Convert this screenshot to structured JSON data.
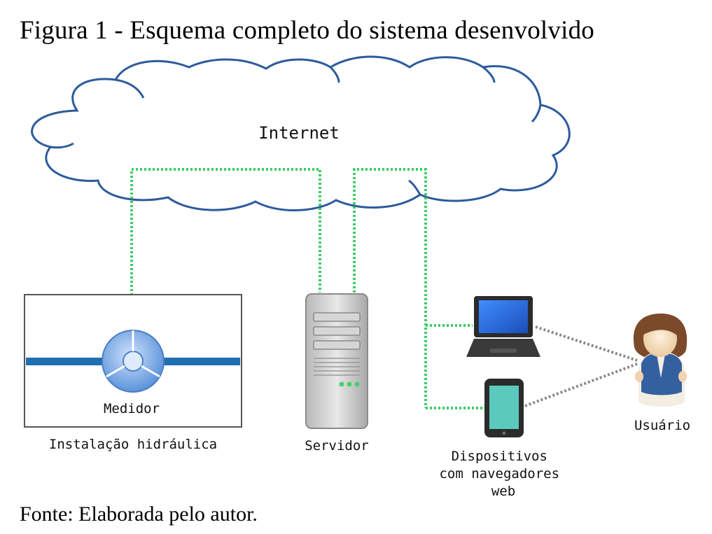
{
  "figure": {
    "caption": "Figura 1 - Esquema completo do sistema desenvolvido",
    "source": "Fonte: Elaborada pelo autor."
  },
  "nodes": {
    "internet": {
      "label": "Internet",
      "icon": "cloud-icon"
    },
    "installation": {
      "label": "Instalação hidráulica"
    },
    "meter": {
      "label": "Medidor",
      "icon": "water-meter-icon"
    },
    "server": {
      "label": "Servidor",
      "icon": "server-icon"
    },
    "devices": {
      "label_lines": [
        "Dispositivos",
        "com navegadores",
        "web"
      ],
      "icons": [
        "laptop-icon",
        "smartphone-icon"
      ]
    },
    "user": {
      "label": "Usuário",
      "icon": "user-icon"
    }
  },
  "colors": {
    "cloud_stroke": "#2d5b9c",
    "connection_green": "#3ccc66",
    "wireless_gray": "#8a8a8a",
    "pipe_blue": "#1f6fb2",
    "meter_blue": "#6aa0e0",
    "screen_blue": "#2a66d6",
    "phone_screen": "#5cc9bd"
  }
}
